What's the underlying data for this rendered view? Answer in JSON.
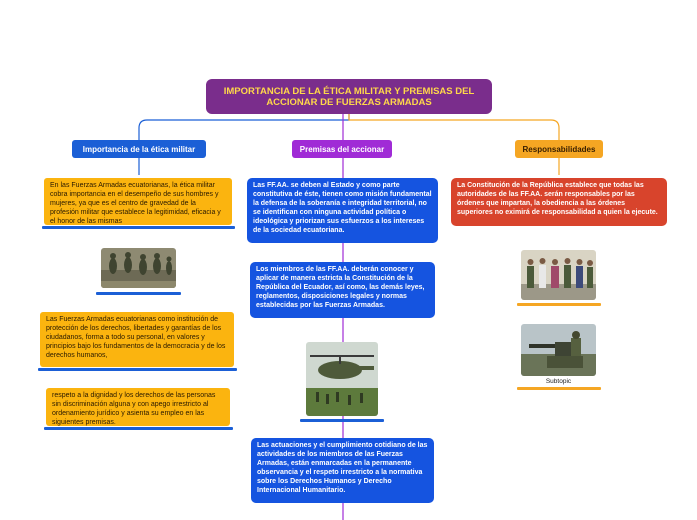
{
  "root": {
    "title": "IMPORTANCIA DE LA ÉTICA MILITAR Y PREMISAS DEL ACCIONAR DE FUERZAS ARMADAS"
  },
  "branches": [
    {
      "label": "Importancia de la ética militar",
      "color": "#1b5fd6"
    },
    {
      "label": "Premisas del accionar",
      "color": "#a02bd6"
    },
    {
      "label": "Responsabilidades",
      "color": "#f5a623"
    }
  ],
  "left": {
    "text1": "En las Fuerzas Armadas ecuatorianas, la ética militar cobra importancia en el desempeño de sus hombres y mujeres, ya que es el centro de gravedad de la profesión militar que establece la legitimidad, eficacia y el honor de las mismas",
    "text2": "Las Fuerzas Armadas ecuatorianas como institución de protección de los derechos, libertades y garantías de los ciudadanos, forma a todo su personal, en valores y principios bajo los fundamentos de la democracia y de los derechos humanos,",
    "text3": "respeto a la dignidad y los derechos de las personas sin discriminación alguna y con apego irrestricto al ordenamiento jurídico y asienta su empleo en las siguientes premisas."
  },
  "middle": {
    "text1": "Las FF.AA. se deben al Estado y como parte constitutiva de éste, tienen como misión fundamental la defensa de la soberanía e integridad territorial, no se identifican con ninguna actividad política o ideológica y priorizan sus esfuerzos a los intereses de la sociedad ecuatoriana.",
    "text2": "Los miembros de las FF.AA. deberán conocer y aplicar de manera estricta la Constitución de la República del Ecuador, así como, las demás leyes, reglamentos, disposiciones legales y normas establecidas por las Fuerzas Armadas.",
    "text3": "Las actuaciones y el cumplimiento cotidiano de las actividades de los miembros de las Fuerzas Armadas, están enmarcadas en la permanente observancia y el respeto irrestricto a la normativa sobre los Derechos Humanos y Derecho Internacional Humanitario."
  },
  "right": {
    "text1": "La Constitución de la República establece que todas las autoridades de las FF.AA. serán responsables por las órdenes que impartan, la obediencia a las órdenes superiores no eximirá de responsabilidad a quien la ejecute.",
    "caption": "Subtopic"
  },
  "images": [
    {
      "name": "soldiers-running-photo"
    },
    {
      "name": "helicopter-troops-photo"
    },
    {
      "name": "officials-ceremony-photo"
    },
    {
      "name": "mounted-gun-photo"
    }
  ]
}
